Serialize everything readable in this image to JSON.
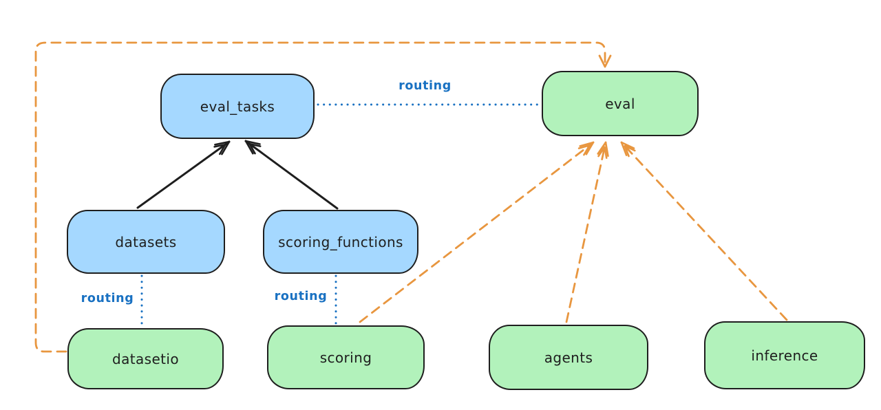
{
  "diagram": {
    "background": "#ffffff",
    "nodes": {
      "eval_tasks": {
        "label": "eval_tasks",
        "color": "blue"
      },
      "eval": {
        "label": "eval",
        "color": "green"
      },
      "datasets": {
        "label": "datasets",
        "color": "blue"
      },
      "scoring_functions": {
        "label": "scoring_functions",
        "color": "blue"
      },
      "datasetio": {
        "label": "datasetio",
        "color": "green"
      },
      "scoring": {
        "label": "scoring",
        "color": "green"
      },
      "agents": {
        "label": "agents",
        "color": "green"
      },
      "inference": {
        "label": "inference",
        "color": "green"
      }
    },
    "edges": [
      {
        "from": "datasets",
        "to": "eval_tasks",
        "style": "solid-black-arrow",
        "label": ""
      },
      {
        "from": "scoring_functions",
        "to": "eval_tasks",
        "style": "solid-black-arrow",
        "label": ""
      },
      {
        "from": "eval_tasks",
        "to": "eval",
        "style": "dotted-blue",
        "label": "routing"
      },
      {
        "from": "datasets",
        "to": "datasetio",
        "style": "dotted-blue",
        "label": "routing"
      },
      {
        "from": "scoring_functions",
        "to": "scoring",
        "style": "dotted-blue",
        "label": "routing"
      },
      {
        "from": "datasetio",
        "to": "eval",
        "style": "dashed-orange-arrow",
        "label": ""
      },
      {
        "from": "scoring",
        "to": "eval",
        "style": "dashed-orange-arrow",
        "label": ""
      },
      {
        "from": "agents",
        "to": "eval",
        "style": "dashed-orange-arrow",
        "label": ""
      },
      {
        "from": "inference",
        "to": "eval",
        "style": "dashed-orange-arrow",
        "label": ""
      }
    ],
    "colors": {
      "node_blue_fill": "#a5d8ff",
      "node_green_fill": "#b2f2bb",
      "node_stroke": "#1e1e1e",
      "routing_blue": "#1971c2",
      "arrow_orange": "#e8963f",
      "arrow_black": "#1e1e1e"
    }
  }
}
